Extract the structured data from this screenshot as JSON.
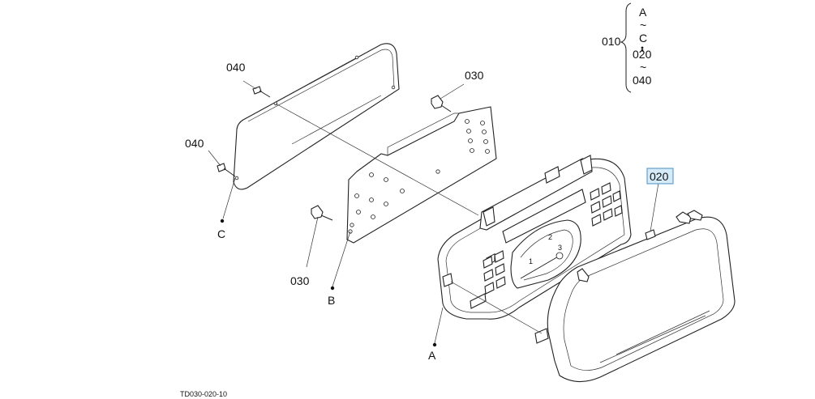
{
  "diagram": {
    "drawing_code": "TD030-020-10",
    "callouts": {
      "screw_top": "040",
      "screw_left": "040",
      "bulb_top": "030",
      "bulb_bottom": "030",
      "cover": "020"
    },
    "points": {
      "a": "A",
      "b": "B",
      "c": "C"
    },
    "legend": {
      "assembly": "010",
      "lines": [
        "A",
        "~",
        "C",
        "020",
        "~",
        "040"
      ]
    },
    "colors": {
      "highlight_fill": "#d6ebf8",
      "highlight_stroke": "#4a8fc4"
    }
  }
}
